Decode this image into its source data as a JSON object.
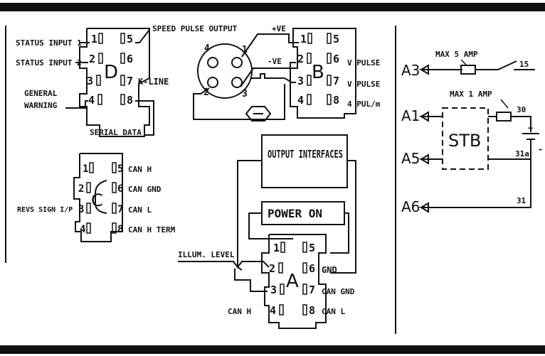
{
  "connector_d": {
    "letter": "D",
    "pins": [
      "1",
      "2",
      "3",
      "4",
      "5",
      "6",
      "7",
      "8"
    ],
    "labels": {
      "status_input_1": "STATUS INPUT 1",
      "status_input_2": "STATUS INPUT 2",
      "general": "GENERAL",
      "warning": "WARNING",
      "speed_pulse_output": "SPEED PULSE OUTPUT",
      "k_line": "K-LINE",
      "serial_data": "SERIAL DATA"
    }
  },
  "connector_c": {
    "letter": "C",
    "pins": [
      "1",
      "2",
      "3",
      "4",
      "5",
      "6",
      "7",
      "8"
    ],
    "labels": {
      "revs_sign": "REVS SIGN I/P",
      "can_h": "CAN H",
      "can_gnd": "CAN GND",
      "can_l": "CAN L",
      "can_h_term": "CAN H TERM"
    }
  },
  "connector_b": {
    "letter": "B",
    "pins": [
      "1",
      "2",
      "3",
      "4",
      "5",
      "6",
      "7",
      "8"
    ],
    "labels": {
      "plus_ve": "+VE",
      "minus_ve": "-VE",
      "v_pulse_6": "V PULSE",
      "v_pulse_7": "V PULSE",
      "pul_m": "4 PUL/m"
    },
    "sensor_pins": [
      "1",
      "2",
      "3",
      "4"
    ]
  },
  "connector_a": {
    "letter": "A",
    "pins": [
      "1",
      "2",
      "3",
      "4",
      "5",
      "6",
      "7",
      "8"
    ],
    "labels": {
      "illum_level": "ILLUM. LEVEL",
      "gnd": "GND",
      "can_gnd": "CAN GND",
      "can_h": "CAN H",
      "can_l": "CAN L"
    }
  },
  "output_interfaces": "OUTPUT INTERFACES",
  "power_on": "POWER ON",
  "power_section": {
    "stb": "STB",
    "max_5_amp": "MAX 5 AMP",
    "max_1_amp": "MAX 1 AMP",
    "plus": "+",
    "minus": "-",
    "a3": "A3",
    "a1": "A1",
    "a5": "A5",
    "a6": "A6",
    "t15": "15",
    "t30": "30",
    "t31a": "31a",
    "t31": "31"
  }
}
